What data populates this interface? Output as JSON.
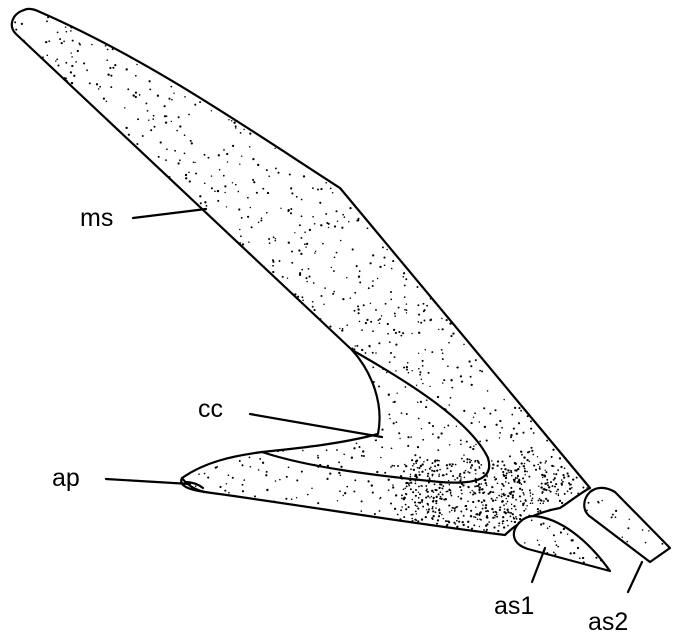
{
  "labels": {
    "ms": "ms",
    "cc": "cc",
    "ap": "ap",
    "as1": "as1",
    "as2": "as2"
  },
  "colors": {
    "ink": "#000000",
    "background": "#ffffff"
  }
}
